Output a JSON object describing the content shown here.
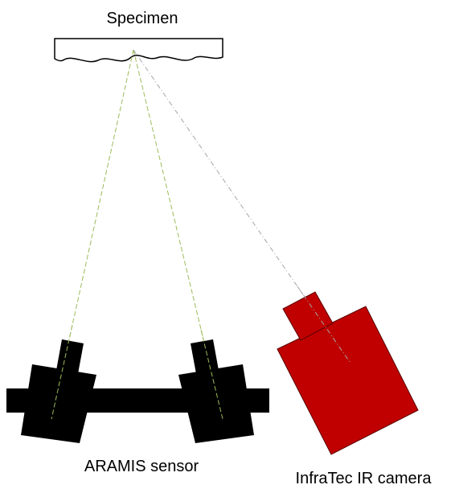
{
  "labels": {
    "specimen": "Specimen",
    "aramis_sensor": "ARAMIS sensor",
    "ir_camera": "InfraTec IR camera"
  },
  "colors": {
    "aramis_body": "#000000",
    "ir_camera_body": "#c00000",
    "aramis_rays": "#9bbb59",
    "ir_ray": "#a6a6a6",
    "specimen_outline": "#000000"
  }
}
